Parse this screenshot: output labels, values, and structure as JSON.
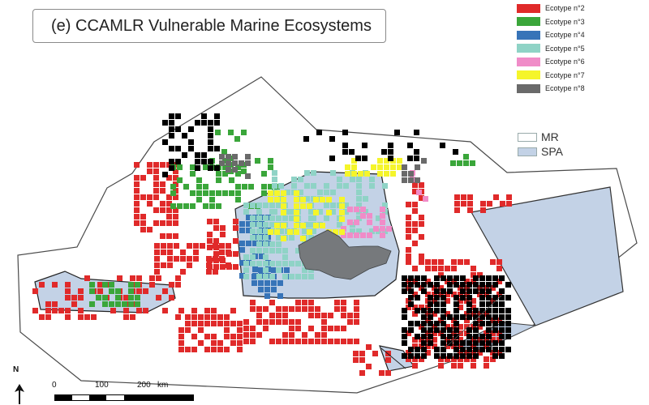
{
  "title": "(e) CCAMLR Vulnerable Marine Ecosystems",
  "colors": {
    "outline": "#4a4a4a",
    "spa_fill": "#c3d2e6",
    "land_fill": "#76797c",
    "grid_line": "#ffffff"
  },
  "legend": {
    "items": [
      {
        "label": "Ecotype n°2",
        "color": "#e02a2a"
      },
      {
        "label": "Ecotype n°3",
        "color": "#3aa63a"
      },
      {
        "label": "Ecotype n°4",
        "color": "#3774b8"
      },
      {
        "label": "Ecotype n°5",
        "color": "#8fd3c6"
      },
      {
        "label": "Ecotype n°6",
        "color": "#f08cc8"
      },
      {
        "label": "Ecotype n°7",
        "color": "#f5f52a"
      },
      {
        "label": "Ecotype n°8",
        "color": "#6a6a6a"
      }
    ]
  },
  "zones_legend": {
    "items": [
      {
        "label": "MR",
        "color": "#ffffff"
      },
      {
        "label": "SPA",
        "color": "#c3d2e6"
      }
    ]
  },
  "north": {
    "label": "N",
    "icon": "north-arrow-icon"
  },
  "scale": {
    "ticks": [
      "0",
      "100",
      "200"
    ],
    "unit": "km"
  }
}
